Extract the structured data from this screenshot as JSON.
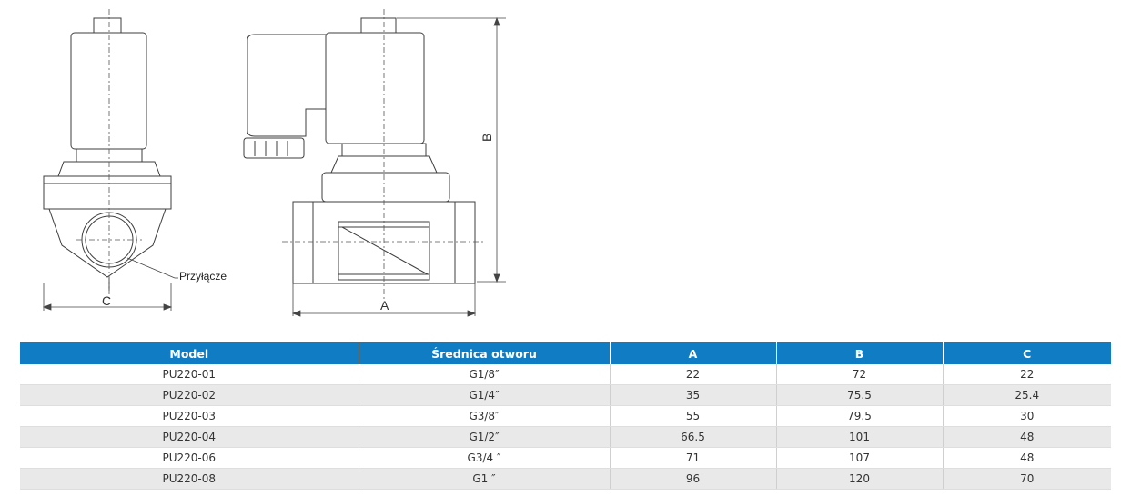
{
  "drawing": {
    "connection_label": "Przyłącze",
    "dim_a": "A",
    "dim_b": "B",
    "dim_c": "C"
  },
  "table": {
    "headers": [
      "Model",
      "Średnica otworu",
      "A",
      "B",
      "C"
    ],
    "rows": [
      [
        "PU220-01",
        "G1/8″",
        "22",
        "72",
        "22"
      ],
      [
        "PU220-02",
        "G1/4″",
        "35",
        "75.5",
        "25.4"
      ],
      [
        "PU220-03",
        "G3/8″",
        "55",
        "79.5",
        "30"
      ],
      [
        "PU220-04",
        "G1/2″",
        "66.5",
        "101",
        "48"
      ],
      [
        "PU220-06",
        "G3/4 ″",
        "71",
        "107",
        "48"
      ],
      [
        "PU220-08",
        "G1 ″",
        "96",
        "120",
        "70"
      ]
    ]
  },
  "colors": {
    "header_bg": "#0f7cc4",
    "row_alt_bg": "#e9e9e9",
    "line": "#444444"
  }
}
